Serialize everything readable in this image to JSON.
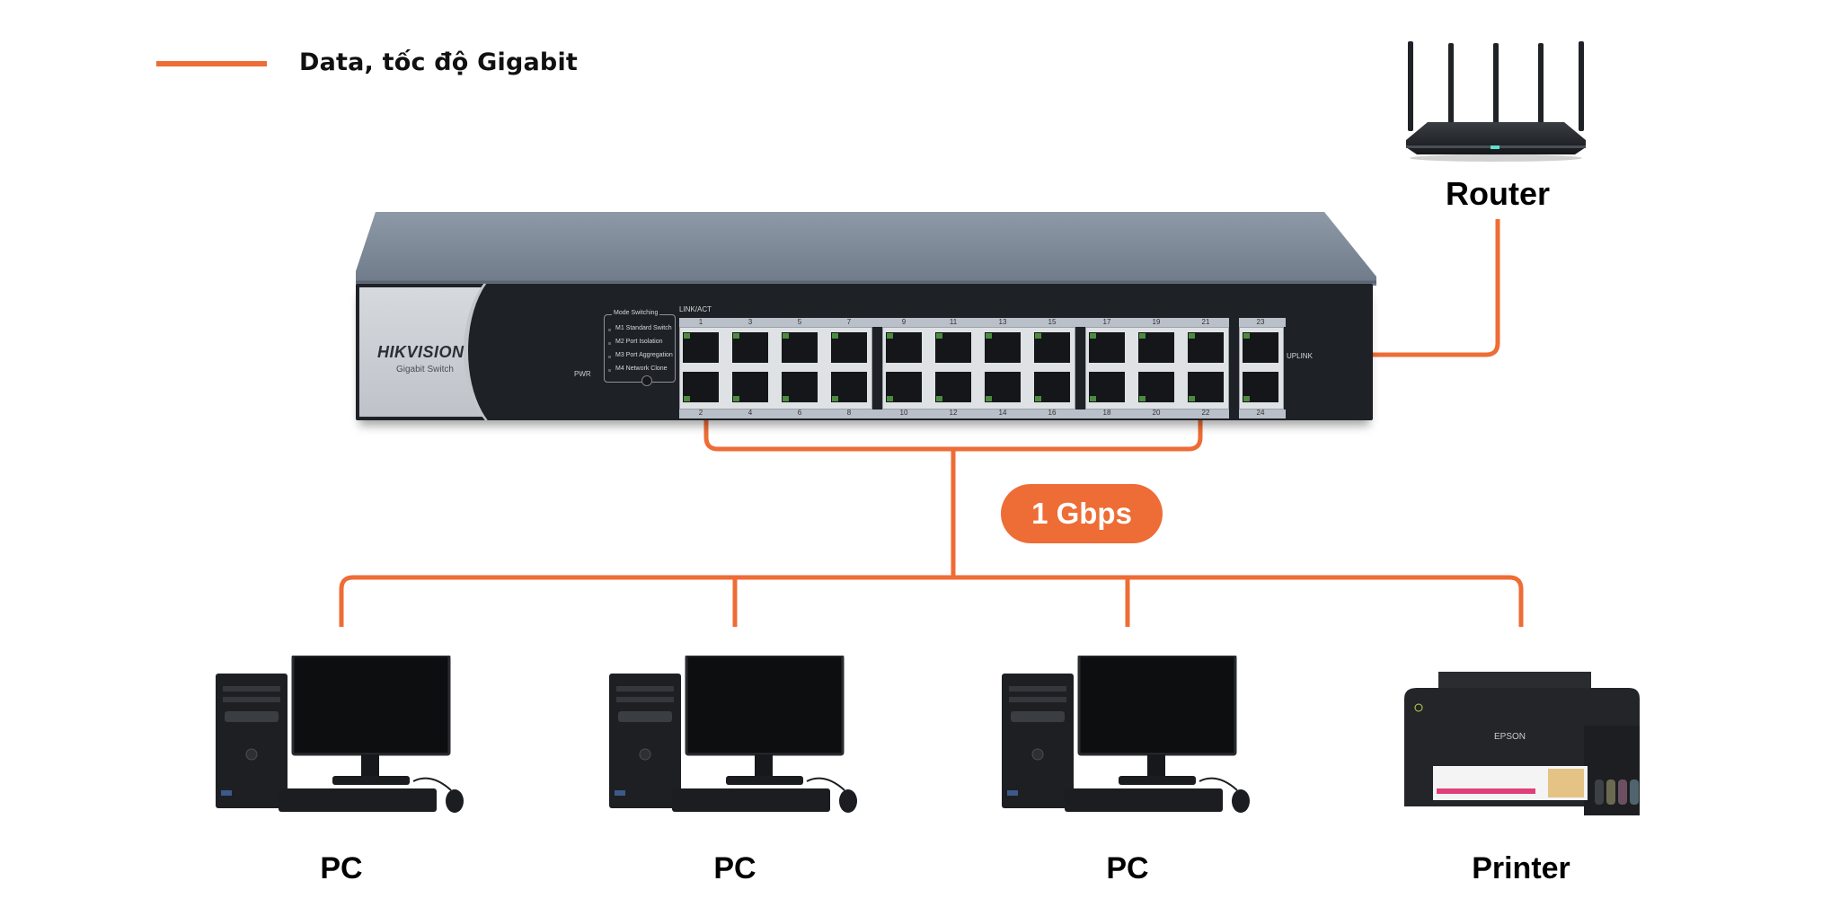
{
  "legend": {
    "label": "Data, tốc độ Gigabit",
    "line_color": "#ee6c35"
  },
  "router": {
    "label": "Router",
    "icon": "wifi-router-icon"
  },
  "switch": {
    "brand": "HIKVISION",
    "subtitle": "Gigabit Switch",
    "pwr_label": "PWR",
    "mode_title": "Mode Switching",
    "modes": [
      "M1 Standard Switch",
      "M2 Port Isolation",
      "M3 Port Aggregation",
      "M4 Network Clone"
    ],
    "link_act_label": "LINK/ACT",
    "top_port_numbers": [
      "1",
      "3",
      "5",
      "7",
      "9",
      "11",
      "13",
      "15",
      "17",
      "19",
      "21",
      "23"
    ],
    "bottom_port_numbers": [
      "2",
      "4",
      "6",
      "8",
      "10",
      "12",
      "14",
      "16",
      "18",
      "20",
      "22",
      "24"
    ],
    "uplink_label": "UPLINK",
    "port_count": 24
  },
  "link": {
    "speed_badge": "1 Gbps",
    "color": "#ee6c35"
  },
  "devices": [
    {
      "label": "PC",
      "type": "pc",
      "icon": "desktop-pc-icon"
    },
    {
      "label": "PC",
      "type": "pc",
      "icon": "desktop-pc-icon"
    },
    {
      "label": "PC",
      "type": "pc",
      "icon": "desktop-pc-icon"
    },
    {
      "label": "Printer",
      "type": "printer",
      "icon": "printer-icon",
      "brand": "EPSON"
    }
  ]
}
